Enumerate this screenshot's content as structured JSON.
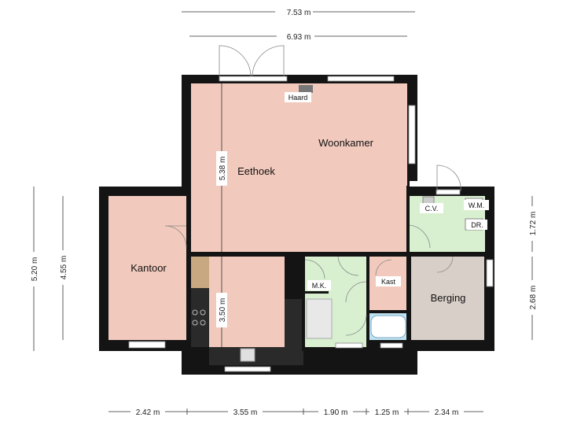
{
  "colors": {
    "wall": "#141414",
    "woonkamer": "#f2c9bd",
    "kantoor": "#f2c9bd",
    "keuken": "#f2c9bd",
    "hal": "#d8f0d0",
    "kast": "#f2c9bd",
    "berging": "#d9cfc9",
    "bijkeuken": "#d8f0d0",
    "badkamer": "#bfe3f2"
  },
  "dimensions": {
    "top_outer": "7.53 m",
    "top_inner": "6.93 m",
    "left_outer": "5.20 m",
    "left_inner": "4.55 m",
    "right_upper": "1.72 m",
    "right_lower": "2.68 m",
    "interior_woonkamer_height": "5.38 m",
    "interior_keuken_height": "3.50 m",
    "bottom": [
      "2.42 m",
      "3.55 m",
      "1.90 m",
      "1.25 m",
      "2.34 m"
    ]
  },
  "rooms": {
    "woonkamer": "Woonkamer",
    "eethoek": "Eethoek",
    "kantoor": "Kantoor",
    "berging": "Berging",
    "kast": "Kast",
    "mk": "M.K.",
    "cv": "C.V.",
    "wm": "W.M.",
    "dr": "DR.",
    "haard": "Haard"
  }
}
